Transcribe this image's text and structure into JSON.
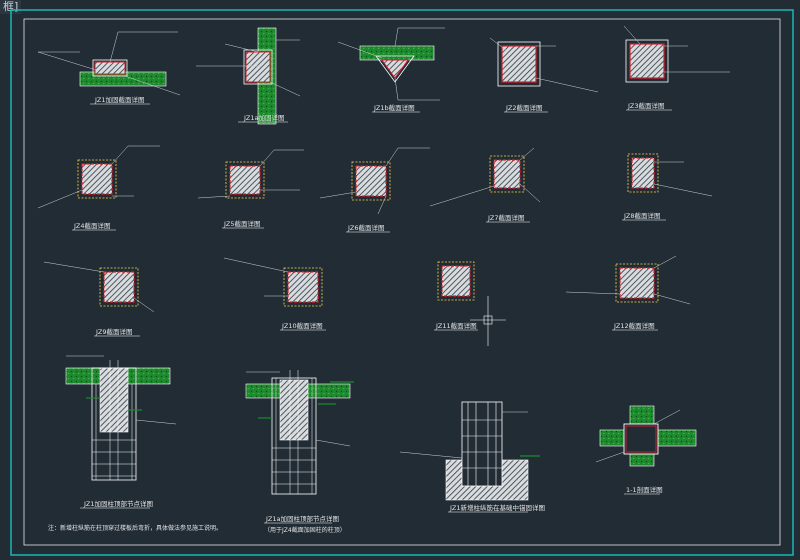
{
  "window": {
    "tab_label": "框]"
  },
  "drawing": {
    "frame_color": "#19b8b3",
    "colors": {
      "concrete": "#1e8a2e",
      "hatch": "#9ea4a8",
      "rebar": "#d81f2a",
      "line": "#ffffff",
      "leader": "#cfd3d6",
      "accent": "#ffd44a"
    },
    "sections": [
      {
        "id": "s1",
        "label": "JZ1加固截面详图"
      },
      {
        "id": "s2",
        "label": "JZ1a加固详图"
      },
      {
        "id": "s3",
        "label": "JZ1b截面详图"
      },
      {
        "id": "s4",
        "label": "JZ2截面详图"
      },
      {
        "id": "s5",
        "label": "JZ3截面详图"
      },
      {
        "id": "s6",
        "label": "JZ4截面详图"
      },
      {
        "id": "s7",
        "label": "JZ5截面详图"
      },
      {
        "id": "s8",
        "label": "JZ6截面详图"
      },
      {
        "id": "s9",
        "label": "JZ7截面详图"
      },
      {
        "id": "s10",
        "label": "JZ8截面详图"
      },
      {
        "id": "s11",
        "label": "JZ9截面详图"
      },
      {
        "id": "s12",
        "label": "JZ10截面详图"
      },
      {
        "id": "s13",
        "label": "JZ11截面详图"
      },
      {
        "id": "s14",
        "label": "JZ12截面详图"
      }
    ],
    "elevations": [
      {
        "id": "e1",
        "label": "JZ1加固柱顶部节点详图"
      },
      {
        "id": "e2",
        "label": "JZ1a加固柱顶部节点详图",
        "sublabel": "（用于JZ4截面加固柱的柱顶）"
      },
      {
        "id": "e3",
        "label": "JZ1新增柱纵筋在基础中锚固详图"
      },
      {
        "id": "e4",
        "label": "1-1剖面详图"
      }
    ],
    "note": "注：新增柱纵筋在柱顶穿过楼板后弯折，具体做法参见施工说明。"
  }
}
